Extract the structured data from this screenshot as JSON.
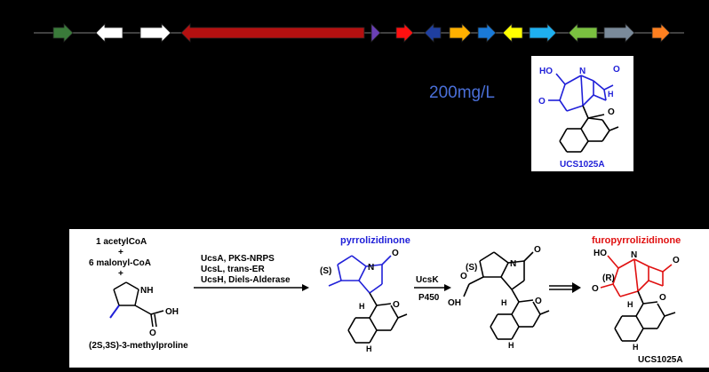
{
  "gene_cluster": {
    "arrows": [
      {
        "color": "#3a7a3a",
        "dir": "right"
      },
      {
        "color": "#ffffff",
        "dir": "left"
      },
      {
        "color": "#ffffff",
        "dir": "right"
      },
      {
        "color": "#b31010",
        "dir": "left"
      },
      {
        "color": "#6a3fb5",
        "dir": "right"
      },
      {
        "color": "#ff1010",
        "dir": "right"
      },
      {
        "color": "#1f3fa0",
        "dir": "left"
      },
      {
        "color": "#ffb000",
        "dir": "right"
      },
      {
        "color": "#1a7ad8",
        "dir": "right"
      },
      {
        "color": "#ffff00",
        "dir": "left"
      },
      {
        "color": "#1fb0f0",
        "dir": "right"
      },
      {
        "color": "#7ac040",
        "dir": "left"
      },
      {
        "color": "#7a8a9a",
        "dir": "right"
      },
      {
        "color": "#ff8020",
        "dir": "right"
      }
    ]
  },
  "production": {
    "concentration": "200mg/L"
  },
  "compound_top": {
    "name": "UCS1025A",
    "labels": {
      "ho": "HO",
      "n": "N",
      "o1": "O",
      "o2": "O",
      "o3": "O",
      "h": "H"
    }
  },
  "scheme": {
    "precursors": {
      "line1": "1 acetylCoA",
      "plus1": "+",
      "line2": "6 malonyl-CoA",
      "plus2": "+",
      "nh": "NH",
      "oh": "OH",
      "o": "O",
      "name": "(2S,3S)-3-methylproline"
    },
    "enzymes1": [
      "UcsA, PKS-NRPS",
      "UcsL, trans-ER",
      "UcsH, Diels-Alderase"
    ],
    "intermediate1": {
      "title": "pyrrolizidinone",
      "stereo": "(S)",
      "n": "N",
      "o": "O"
    },
    "enzymes2": [
      "UcsK",
      "P450"
    ],
    "intermediate2": {
      "stereo": "(S)",
      "n": "N",
      "o": "O",
      "oh": "OH"
    },
    "product": {
      "title": "furopyrrolizidinone",
      "stereo": "(R)",
      "ho": "HO",
      "n": "N",
      "o": "O",
      "name": "UCS1025A"
    },
    "h_label": "H"
  },
  "colors": {
    "blue": "#2020d8",
    "red": "#e01010",
    "text": "#000000"
  }
}
